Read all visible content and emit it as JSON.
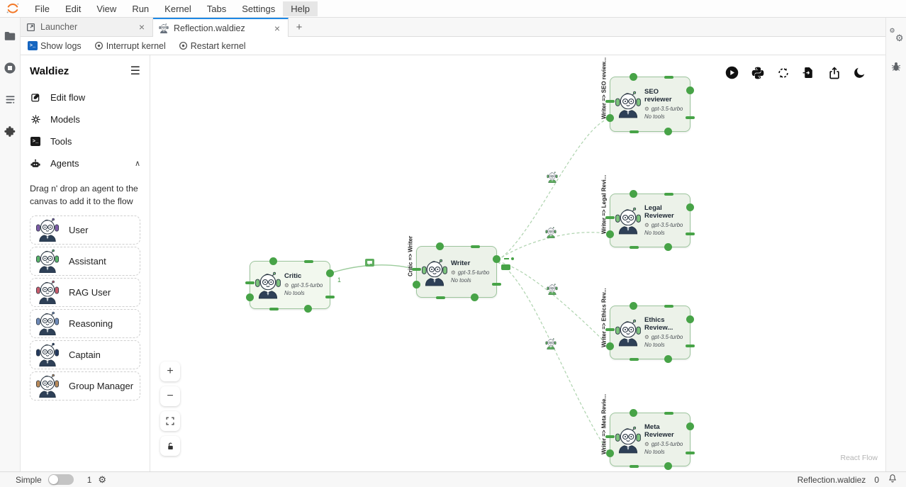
{
  "menu": {
    "items": [
      {
        "label": "File"
      },
      {
        "label": "Edit"
      },
      {
        "label": "View"
      },
      {
        "label": "Run"
      },
      {
        "label": "Kernel"
      },
      {
        "label": "Tabs"
      },
      {
        "label": "Settings"
      },
      {
        "label": "Help",
        "highlighted": true
      }
    ]
  },
  "tabs": {
    "launcher": {
      "label": "Launcher"
    },
    "active": {
      "label": "Reflection.waldiez"
    }
  },
  "toolbar": {
    "show_logs": "Show logs",
    "interrupt_kernel": "Interrupt kernel",
    "restart_kernel": "Restart kernel"
  },
  "sidebar": {
    "title": "Waldiez",
    "nav": [
      {
        "label": "Edit flow",
        "icon": "edit-icon"
      },
      {
        "label": "Models",
        "icon": "models-icon"
      },
      {
        "label": "Tools",
        "icon": "tools-icon"
      },
      {
        "label": "Agents",
        "icon": "agents-icon",
        "expanded": true
      }
    ],
    "hint": "Drag n' drop an agent to the canvas to add it to the flow",
    "agents": [
      {
        "label": "User",
        "accent": "#7d5ba6"
      },
      {
        "label": "Assistant",
        "accent": "#58b368"
      },
      {
        "label": "RAG User",
        "accent": "#c75b6b"
      },
      {
        "label": "Reasoning",
        "accent": "#6f8ab7"
      },
      {
        "label": "Captain",
        "accent": "#24395e"
      },
      {
        "label": "Group Manager",
        "accent": "#b98a5a"
      }
    ]
  },
  "flow": {
    "model_name": "gpt-3.5-turbo",
    "no_tools": "No tools",
    "agent_accent": "#7cc47c",
    "nodes": [
      {
        "title": "Critic"
      },
      {
        "title": "Writer"
      },
      {
        "title": "SEO reviewer"
      },
      {
        "title": "Legal Reviewer"
      },
      {
        "title": "Ethics Review..."
      },
      {
        "title": "Meta Reviewer"
      }
    ],
    "edges": {
      "critic_writer_label": "Critic => Writer",
      "critic_writer_order": "1",
      "writer_seo_label": "Writer => SEO review...",
      "writer_legal_label": "Writer => Legal Revi...",
      "writer_ethics_label": "Writer => Ethics Rev...",
      "writer_meta_label": "Writer => Meta Revie..."
    },
    "attribution": "React Flow"
  },
  "status": {
    "mode": "Simple",
    "zoom": "1",
    "filename": "Reflection.waldiez",
    "notifications": "0"
  },
  "icons": {
    "hamburger": "☰",
    "plus": "+",
    "minus": "−",
    "prompt": ">_",
    "chevron_up": "∧",
    "gear": "⚙",
    "close": "×",
    "add_tab": "+"
  },
  "colors": {
    "accent_blue": "#1e88e5",
    "jupyter_orange": "#f37726",
    "handle_green": "#47a347",
    "edge_green": "#9ccc9c",
    "edge_bot": "#5cab5c",
    "node_bg": "#ecf2e9",
    "node_border": "#9dc59d"
  }
}
